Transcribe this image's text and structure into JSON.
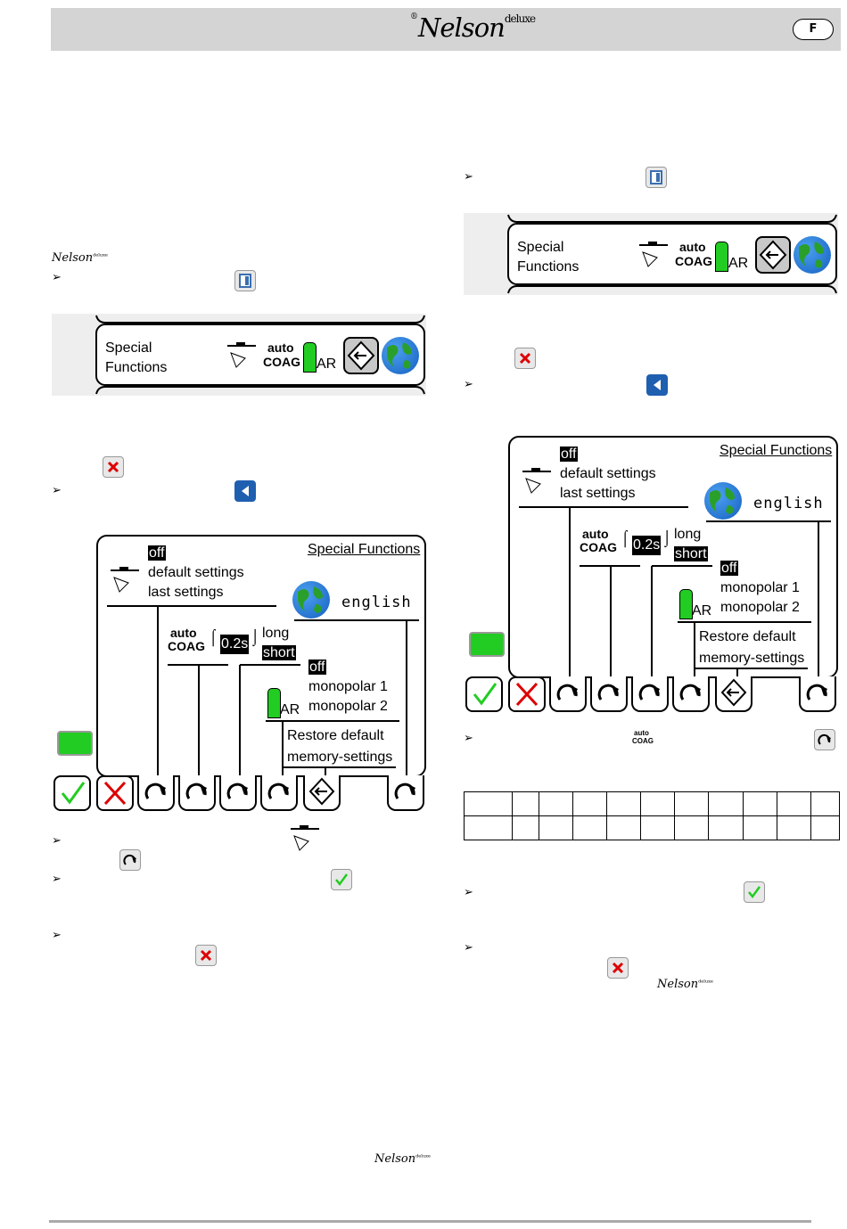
{
  "header": {
    "brand_reg": "®",
    "brand_name": "Nelson",
    "brand_suffix": "deluxe",
    "language_badge": "F"
  },
  "brand_marks": {
    "name": "Nelson",
    "suffix": "deluxe"
  },
  "bullet_glyph": "➢",
  "status_bar": {
    "title_line1": "Special",
    "title_line2": "Functions",
    "mode_line1": "auto",
    "mode_line2": "COAG",
    "gas_label": "AR"
  },
  "special_functions_screen": {
    "title": "Special Functions",
    "recall_options": [
      "off",
      "default settings",
      "last settings"
    ],
    "language": "english",
    "auto_coag_line1": "auto",
    "auto_coag_line2": "COAG",
    "delay_value": "0.2s",
    "delay_options": [
      "long",
      "short"
    ],
    "gas_label": "AR",
    "argon_options": [
      "off",
      "monopolar 1",
      "monopolar 2"
    ],
    "restore_line1": "Restore default",
    "restore_line2": "memory-settings"
  },
  "colors": {
    "header_bg": "#d4d4d4",
    "accept_green": "#22cc22",
    "cancel_red": "#dd0000",
    "nav_blue": "#1f5fb0"
  },
  "icons": [
    "menu-icon",
    "cancel-icon",
    "back-arrow-icon",
    "accept-icon",
    "cycle-icon",
    "enter-icon",
    "globe-icon",
    "argon-bottle-icon",
    "electrode-icon"
  ]
}
